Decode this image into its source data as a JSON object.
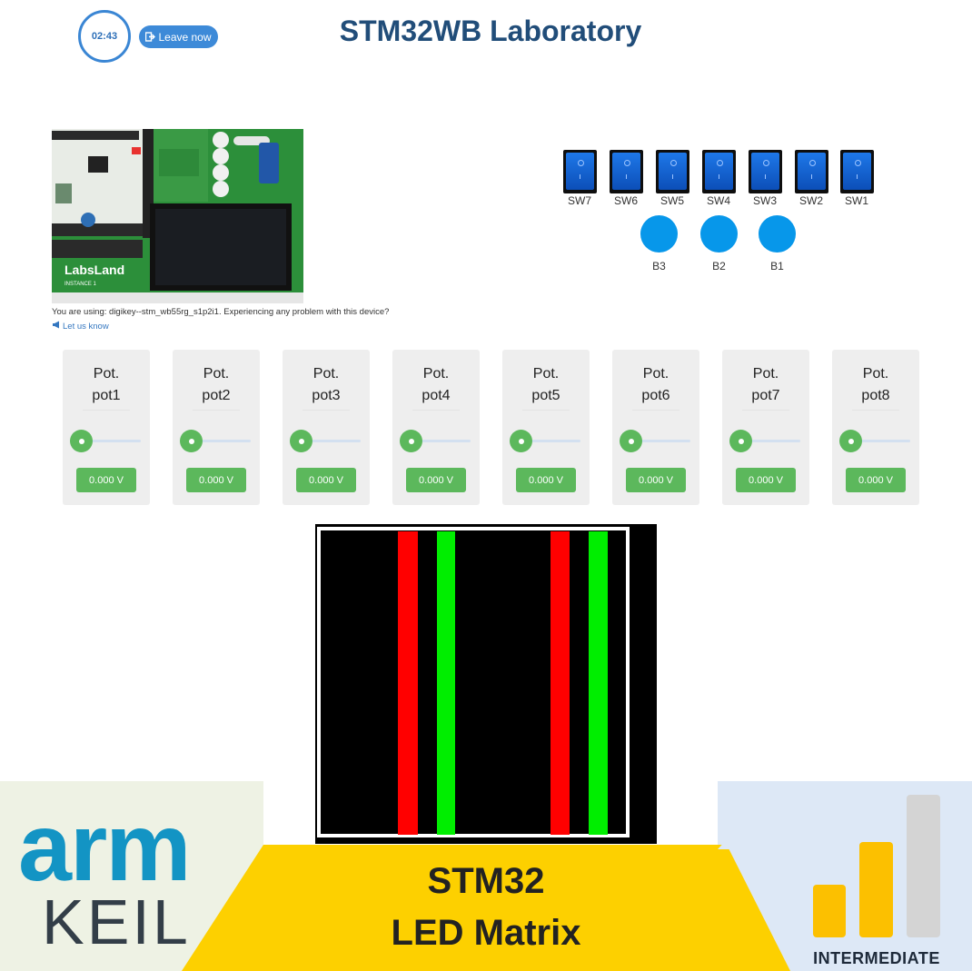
{
  "header": {
    "timer": "02:43",
    "leave_label": "Leave now",
    "title": "STM32WB Laboratory"
  },
  "camera": {
    "caption": "You are using: digikey--stm_wb55rg_s1p2i1. Experiencing any problem with this device?",
    "report_link": "Let us know",
    "board_text": "LabsLand",
    "instance_text": "INSTANCE 1"
  },
  "switches": [
    {
      "label": "SW7"
    },
    {
      "label": "SW6"
    },
    {
      "label": "SW5"
    },
    {
      "label": "SW4"
    },
    {
      "label": "SW3"
    },
    {
      "label": "SW2"
    },
    {
      "label": "SW1"
    }
  ],
  "buttons": [
    {
      "label": "B3"
    },
    {
      "label": "B2"
    },
    {
      "label": "B1"
    }
  ],
  "pots": [
    {
      "title": "Pot.",
      "name": "pot1",
      "value": "0.000 V"
    },
    {
      "title": "Pot.",
      "name": "pot2",
      "value": "0.000 V"
    },
    {
      "title": "Pot.",
      "name": "pot3",
      "value": "0.000 V"
    },
    {
      "title": "Pot.",
      "name": "pot4",
      "value": "0.000 V"
    },
    {
      "title": "Pot.",
      "name": "pot5",
      "value": "0.000 V"
    },
    {
      "title": "Pot.",
      "name": "pot6",
      "value": "0.000 V"
    },
    {
      "title": "Pot.",
      "name": "pot7",
      "value": "0.000 V"
    },
    {
      "title": "Pot.",
      "name": "pot8",
      "value": "0.000 V"
    }
  ],
  "colors": {
    "accent": "#3d8ad8",
    "title": "#214d79",
    "pot_green": "#5cb85c",
    "button_blue": "#0797ea",
    "stripe_red": "#ff0000",
    "stripe_green": "#00ee00",
    "banner_yellow": "#fdd000"
  },
  "banner": {
    "brand_top": "arm",
    "brand_bottom": "KEIL",
    "line1": "STM32",
    "line2": "LED Matrix",
    "level": "INTERMEDIATE"
  }
}
